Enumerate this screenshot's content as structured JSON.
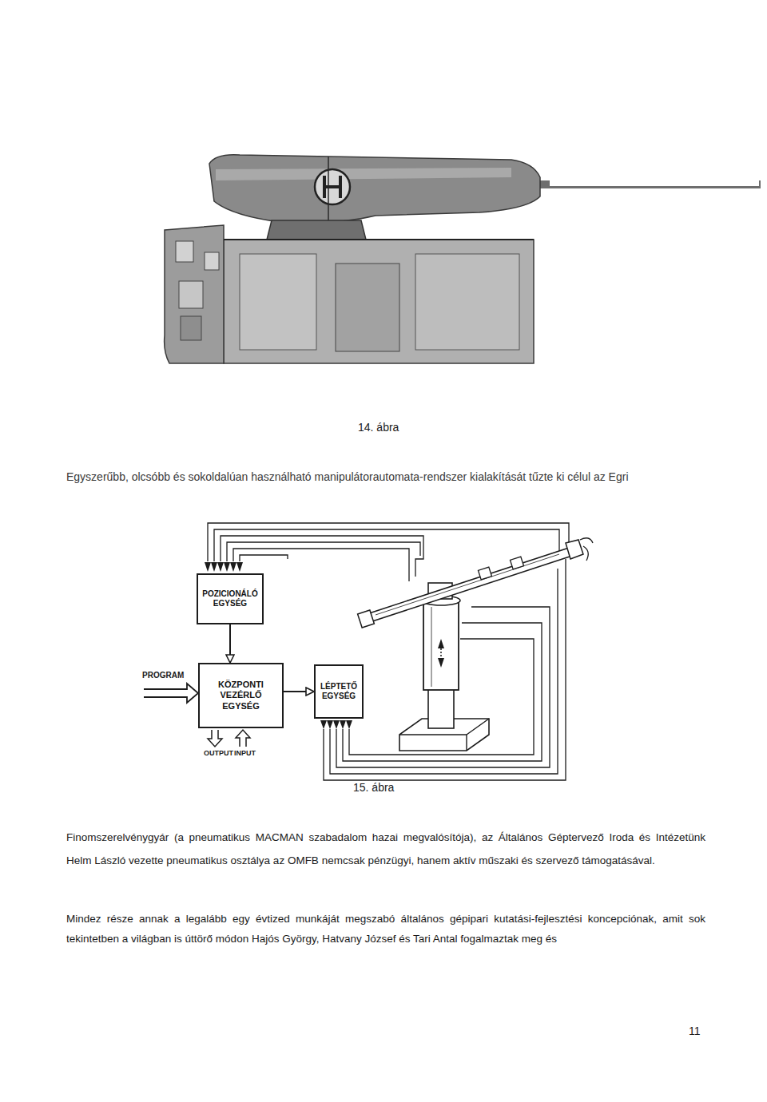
{
  "diagram": {
    "caption": "15. ábra",
    "nodes": [
      {
        "text": [
          "POZICIONÁLÓ EGYSÉG"
        ]
      },
      {
        "text": [
          "KÖZPONTI VEZÉRLŐ EGYSÉG"
        ]
      },
      {
        "text": [
          "LÉPTETŐ EGYSÉG"
        ]
      }
    ],
    "edges": [
      {
        "from": 0,
        "to": 1,
        "arrow": "to"
      },
      {
        "from": 1,
        "to": 2,
        "arrow": "to"
      }
    ],
    "labels": [
      "14. ábra",
      "Egyszerűbb, olcsóbb és sokoldalúan használható manipulátorautomata-rendszer kialakítását tűzte ki célul az Egri",
      "PROGRAM",
      "OUTPUT",
      "INPUT",
      "Finomszerelvénygyár (a pneumatikus MACMAN szabadalom hazai megvalósítója), az Általános Géptervező Iroda és Intézetünk Helm László vezette pneumatikus osztálya az OMFB nemcsak pénzügyi, hanem aktív műszaki és szervező támogatásával.",
      "Mindez része annak a legalább egy évtized munkáját megszabó általános gépipari kutatási-fejlesztési koncepciónak, amit sok tekintetben a világban is úttörő módon Hajós György, Hatvany József és Tari Antal fogalmaztak meg és",
      "11"
    ]
  }
}
